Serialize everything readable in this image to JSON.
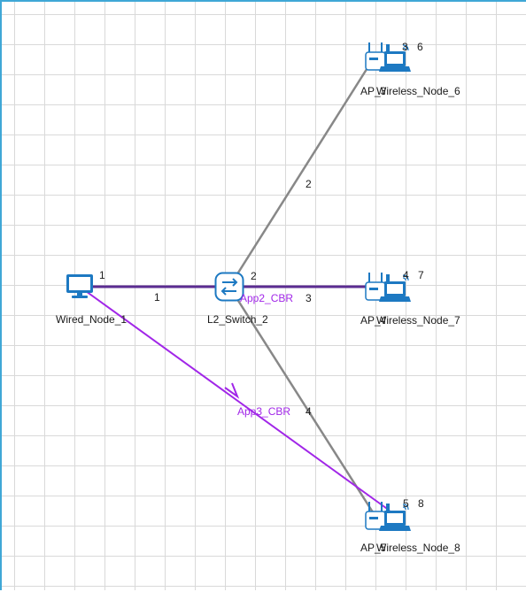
{
  "nodes": {
    "wired_1": {
      "name": "Wired_Node_1",
      "port": "1"
    },
    "switch_2": {
      "name": "L2_Switch_2",
      "port": "2"
    },
    "ap_6": {
      "ap_name": "AP_3",
      "device_name": "Wireless_Node_6",
      "ap_port": "3",
      "device_port": "6"
    },
    "ap_7": {
      "ap_name": "AP_4",
      "device_name": "Wireless_Node_7",
      "ap_port": "4",
      "device_port": "7"
    },
    "ap_8": {
      "ap_name": "AP_5",
      "device_name": "Wireless_Node_8",
      "ap_port": "5",
      "device_port": "8"
    }
  },
  "links": {
    "link_1": "1",
    "link_2": "2",
    "link_3": "3",
    "link_4": "4"
  },
  "applications": {
    "app2": "App2_CBR",
    "app3": "App3_CBR"
  },
  "colors": {
    "wired_link": "#5b2c91",
    "wireless_link": "#888888",
    "app_flow": "#a126e8",
    "device_icon": "#1d79c2",
    "grid": "#d9d9d9",
    "border": "#3fa7d6"
  }
}
